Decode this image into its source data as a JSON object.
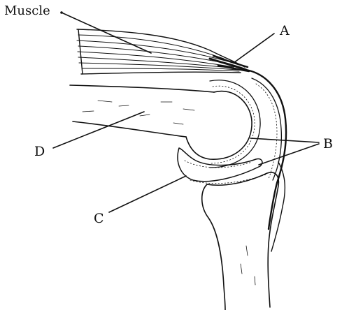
{
  "labels": {
    "muscle": "Muscle",
    "a": "A",
    "b": "B",
    "c": "C",
    "d": "D"
  },
  "colors": {
    "ink": "#111111",
    "background": "#ffffff"
  }
}
